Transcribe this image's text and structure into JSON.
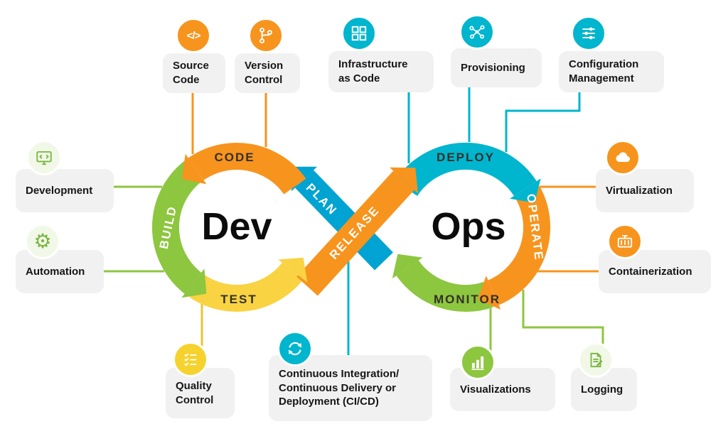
{
  "loop": {
    "dev": "Dev",
    "ops": "Ops",
    "plan": "PLAN",
    "code": "CODE",
    "build": "BUILD",
    "test": "TEST",
    "release": "RELEASE",
    "deploy": "DEPLOY",
    "operate": "OPERATE",
    "monitor": "MONITOR"
  },
  "colors": {
    "orange": "#F7941E",
    "green": "#8DC63F",
    "yellow": "#F9D342",
    "teal": "#00B5CE",
    "plan_blue": "#00A3D1",
    "card_bg": "#F1F1F2",
    "text": "#161616"
  },
  "cards": [
    {
      "id": "source-code",
      "label": "Source\nCode",
      "icon": "code-brackets-icon"
    },
    {
      "id": "version-control",
      "label": "Version\nControl",
      "icon": "git-branch-icon"
    },
    {
      "id": "infrastructure-as-code",
      "label": "Infrastructure\nas Code",
      "icon": "blocks-icon"
    },
    {
      "id": "provisioning",
      "label": "Provisioning",
      "icon": "network-nodes-icon"
    },
    {
      "id": "configuration-management",
      "label": "Configuration\nManagement",
      "icon": "sliders-icon"
    },
    {
      "id": "development",
      "label": "Development",
      "icon": "monitor-code-icon"
    },
    {
      "id": "automation",
      "label": "Automation",
      "icon": "gear-icon"
    },
    {
      "id": "virtualization",
      "label": "Virtualization",
      "icon": "cloud-icon"
    },
    {
      "id": "containerization",
      "label": "Containerization",
      "icon": "container-icon"
    },
    {
      "id": "quality-control",
      "label": "Quality\nControl",
      "icon": "checklist-icon"
    },
    {
      "id": "cicd",
      "label": "Continuous Integration/\nContinuous Delivery or\nDeployment (CI/CD)",
      "icon": "sync-arrows-icon"
    },
    {
      "id": "visualizations",
      "label": "Visualizations",
      "icon": "bar-chart-icon"
    },
    {
      "id": "logging",
      "label": "Logging",
      "icon": "doc-pencil-icon"
    }
  ]
}
